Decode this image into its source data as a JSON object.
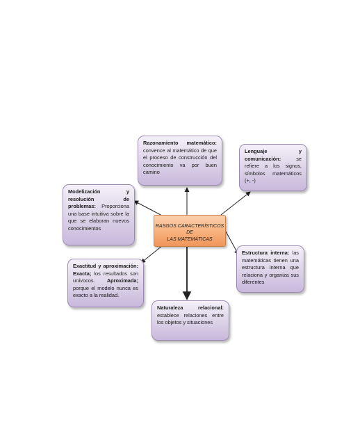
{
  "center": {
    "line1": "RASGOS CARACTERÍSTICOS DE",
    "line2": "LAS MATEMÁTICAS"
  },
  "nodes": {
    "razonamiento": {
      "title": "Razonamiento matemático:",
      "body": "convence al matemático de que el proceso de construcción del conocimiento va por buen camino"
    },
    "lenguaje": {
      "title": "Lenguaje y comunicación:",
      "body": "se refiere a los signos, símbolos matemáticos (+, -)"
    },
    "modelizacion": {
      "title": "Modelización y resolución de problemas:",
      "body": "Proporciona una base intuitiva sobre la que se elaboran nuevos conocimientos"
    },
    "estructura": {
      "title": "Estructura interna:",
      "body": "las matemáticas tienen una estructura interna que relaciona y organiza sus diferentes"
    },
    "exactitud": {
      "title": "Exactitud y aproximación:",
      "exacta_label": "Exacta;",
      "exacta_body": "los resultados son unívocos.",
      "aproximada_label": "Aproximada;",
      "aproximada_body": "porque el modelo nunca es exacto a la realidad."
    },
    "naturaleza": {
      "title": "Naturaleza relacional:",
      "body": "establece relaciones entre los objetos y situaciones"
    }
  }
}
